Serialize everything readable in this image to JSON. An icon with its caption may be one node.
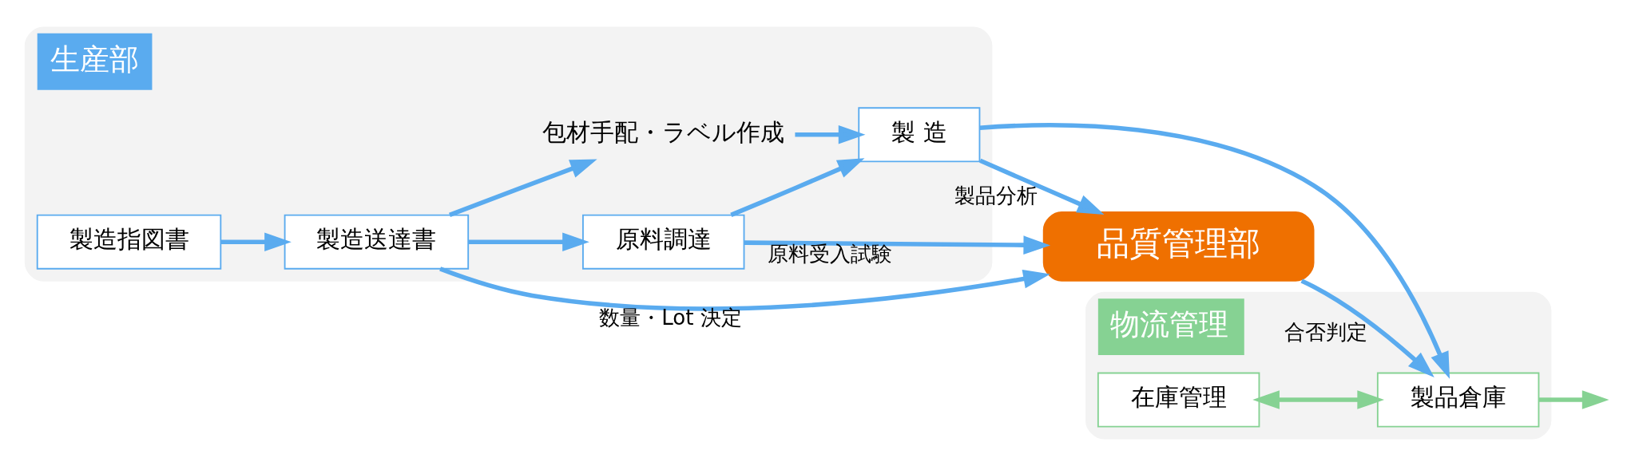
{
  "diagram": {
    "nodes": [
      {
        "text": [
          "生産部"
        ]
      },
      {
        "text": [
          "製造指図書"
        ],
        "in": 0
      },
      {
        "text": [
          "製造送達書"
        ],
        "in": 0
      },
      {
        "text": [
          "原料調達"
        ],
        "in": 0
      },
      {
        "text": [
          "包材手配・ラベル作成"
        ],
        "in": 0
      },
      {
        "text": [
          "製 造"
        ],
        "in": 0
      },
      {
        "text": [
          "物流管理"
        ]
      },
      {
        "text": [
          "在庫管理"
        ],
        "in": 6
      },
      {
        "text": [
          "製品倉庫"
        ],
        "in": 6
      },
      {
        "text": [
          "品質管理部"
        ]
      }
    ],
    "edges": [
      {
        "from": 1,
        "to": 2,
        "arrow": "to"
      },
      {
        "from": 2,
        "to": 3,
        "arrow": "to"
      },
      {
        "from": 2,
        "to": 4,
        "arrow": "to"
      },
      {
        "from": 2,
        "to": 9,
        "arrow": "to",
        "label": "数量・Lot 決定"
      },
      {
        "from": 3,
        "to": 5,
        "arrow": "to"
      },
      {
        "from": 4,
        "to": 5,
        "arrow": "to"
      },
      {
        "from": 3,
        "to": 9,
        "arrow": "to",
        "label": "原料受入試験"
      },
      {
        "from": 5,
        "to": 9,
        "arrow": "to",
        "label": "製品分析"
      },
      {
        "from": 9,
        "to": 8,
        "arrow": "to",
        "label": "合否判定"
      },
      {
        "from": 5,
        "to": 8,
        "arrow": "to"
      },
      {
        "from": 7,
        "to": 8,
        "arrow": "both",
        "color": "#86d293"
      },
      {
        "from": 8,
        "to": null,
        "arrow": "to",
        "color": "#86d293"
      }
    ]
  }
}
